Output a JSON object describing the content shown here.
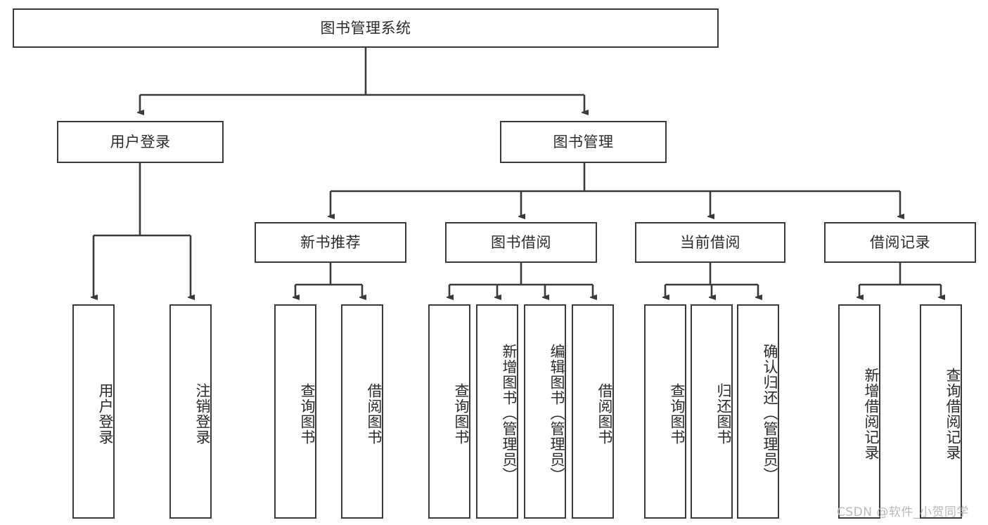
{
  "diagram": {
    "type": "tree",
    "title": "图书管理系统",
    "root": {
      "label": "图书管理系统"
    },
    "level1": [
      {
        "label": "用户登录"
      },
      {
        "label": "图书管理"
      }
    ],
    "level2": [
      {
        "label": "新书推荐"
      },
      {
        "label": "图书借阅"
      },
      {
        "label": "当前借阅"
      },
      {
        "label": "借阅记录"
      }
    ],
    "leaves": {
      "user_login": [
        {
          "label": "用户登录"
        },
        {
          "label": "注销登录"
        }
      ],
      "new_book_recommend": [
        {
          "label": "查询图书"
        },
        {
          "label": "借阅图书"
        }
      ],
      "book_borrow": [
        {
          "label": "查询图书"
        },
        {
          "label": "新增图书（管理员）"
        },
        {
          "label": "编辑图书（管理员）"
        },
        {
          "label": "借阅图书"
        }
      ],
      "current_borrow": [
        {
          "label": "查询图书"
        },
        {
          "label": "归还图书"
        },
        {
          "label": "确认归还（管理员）"
        }
      ],
      "borrow_record": [
        {
          "label": "新增借阅记录"
        },
        {
          "label": "查询借阅记录"
        }
      ]
    }
  },
  "watermark": {
    "text": "CSDN @软件_小贺同学"
  },
  "colors": {
    "stroke": "#3a3a3a",
    "background": "#ffffff",
    "text": "#2b2b2b",
    "watermark": "#b9b9b9"
  }
}
